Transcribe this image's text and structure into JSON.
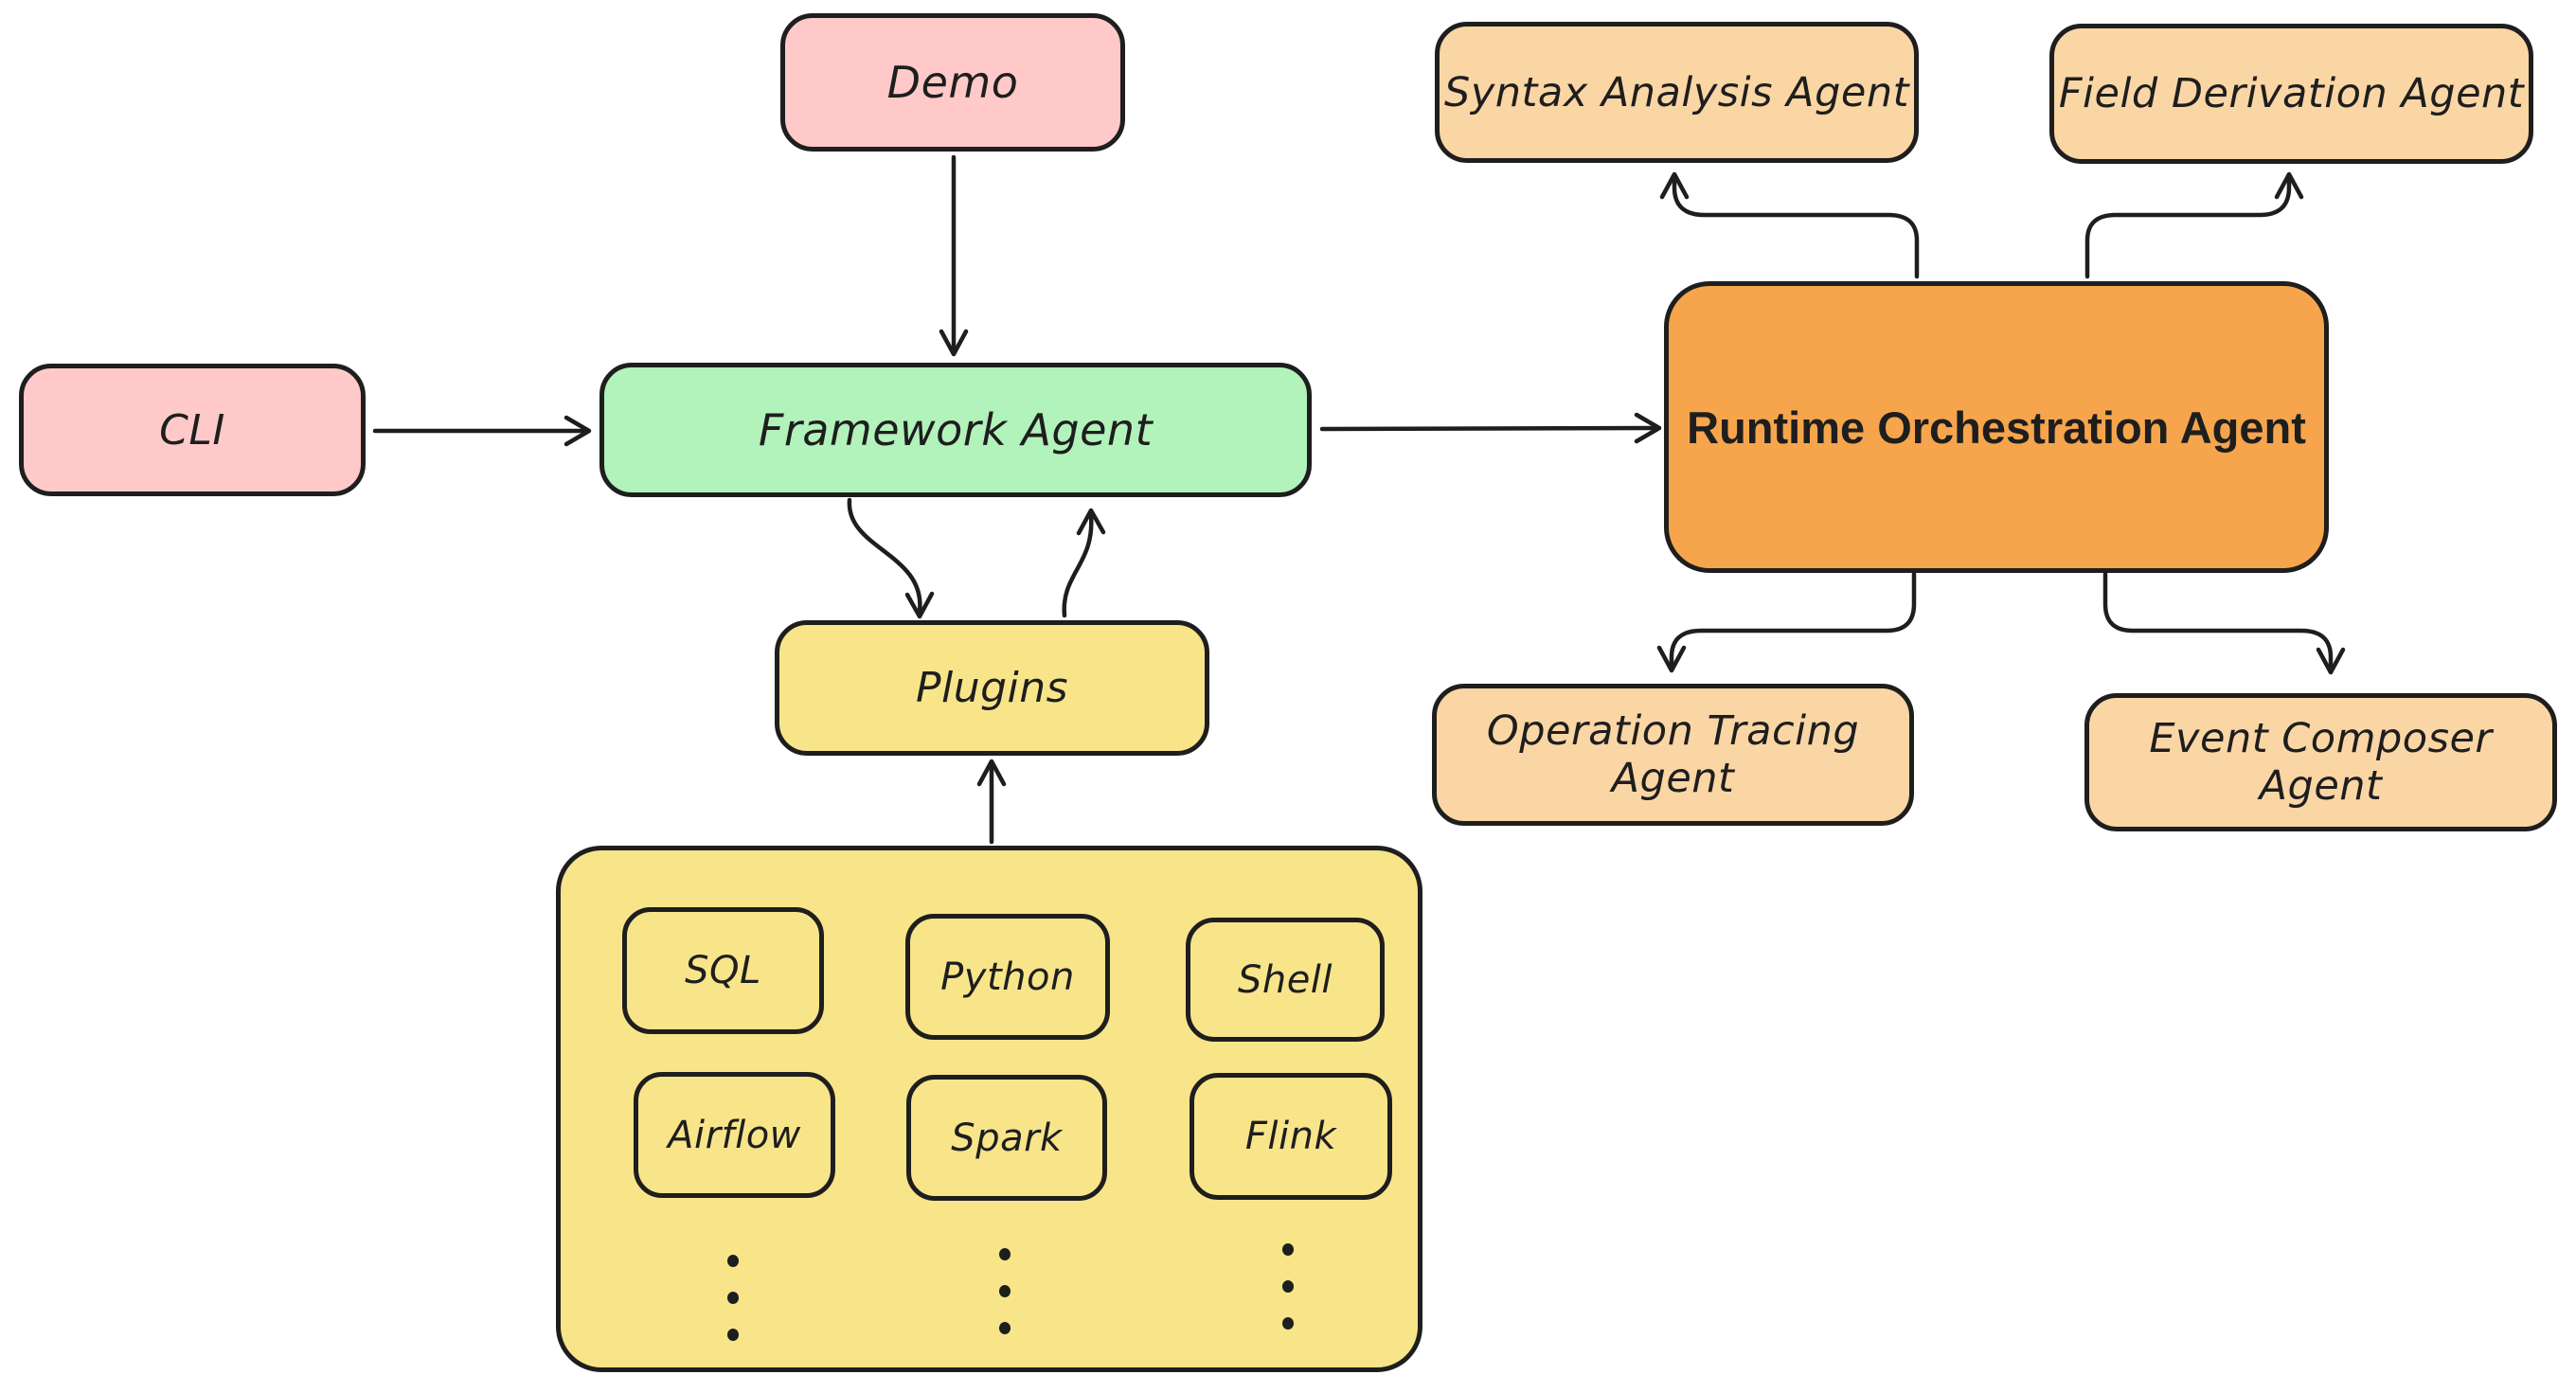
{
  "nodes": {
    "demo": {
      "label": "Demo"
    },
    "cli": {
      "label": "CLI"
    },
    "framework": {
      "label": "Framework Agent"
    },
    "plugins": {
      "label": "Plugins"
    },
    "sql": {
      "label": "SQL"
    },
    "python": {
      "label": "Python"
    },
    "shell": {
      "label": "Shell"
    },
    "airflow": {
      "label": "Airflow"
    },
    "spark": {
      "label": "Spark"
    },
    "flink": {
      "label": "Flink"
    },
    "runtime": {
      "label": "Runtime Orchestration Agent"
    },
    "syntax": {
      "label": "Syntax Analysis Agent"
    },
    "field": {
      "label": "Field Derivation Agent"
    },
    "tracing": {
      "label": "Operation Tracing Agent"
    },
    "event": {
      "label": "Event Composer Agent"
    }
  },
  "edges": [
    {
      "from": "demo",
      "to": "framework"
    },
    {
      "from": "cli",
      "to": "framework"
    },
    {
      "from": "framework",
      "to": "plugins"
    },
    {
      "from": "plugins",
      "to": "framework"
    },
    {
      "from": "plugin-container",
      "to": "plugins"
    },
    {
      "from": "framework",
      "to": "runtime"
    },
    {
      "from": "runtime",
      "to": "syntax"
    },
    {
      "from": "runtime",
      "to": "field"
    },
    {
      "from": "runtime",
      "to": "tracing"
    },
    {
      "from": "runtime",
      "to": "event"
    }
  ],
  "colors": {
    "stroke": "#1e1e1e",
    "pink": "#ffc9c9",
    "green": "#b2f2bb",
    "yellow": "#f8e58a",
    "orange": "#f6a54c",
    "peach": "#fbd6a5",
    "background": "#ffffff"
  }
}
